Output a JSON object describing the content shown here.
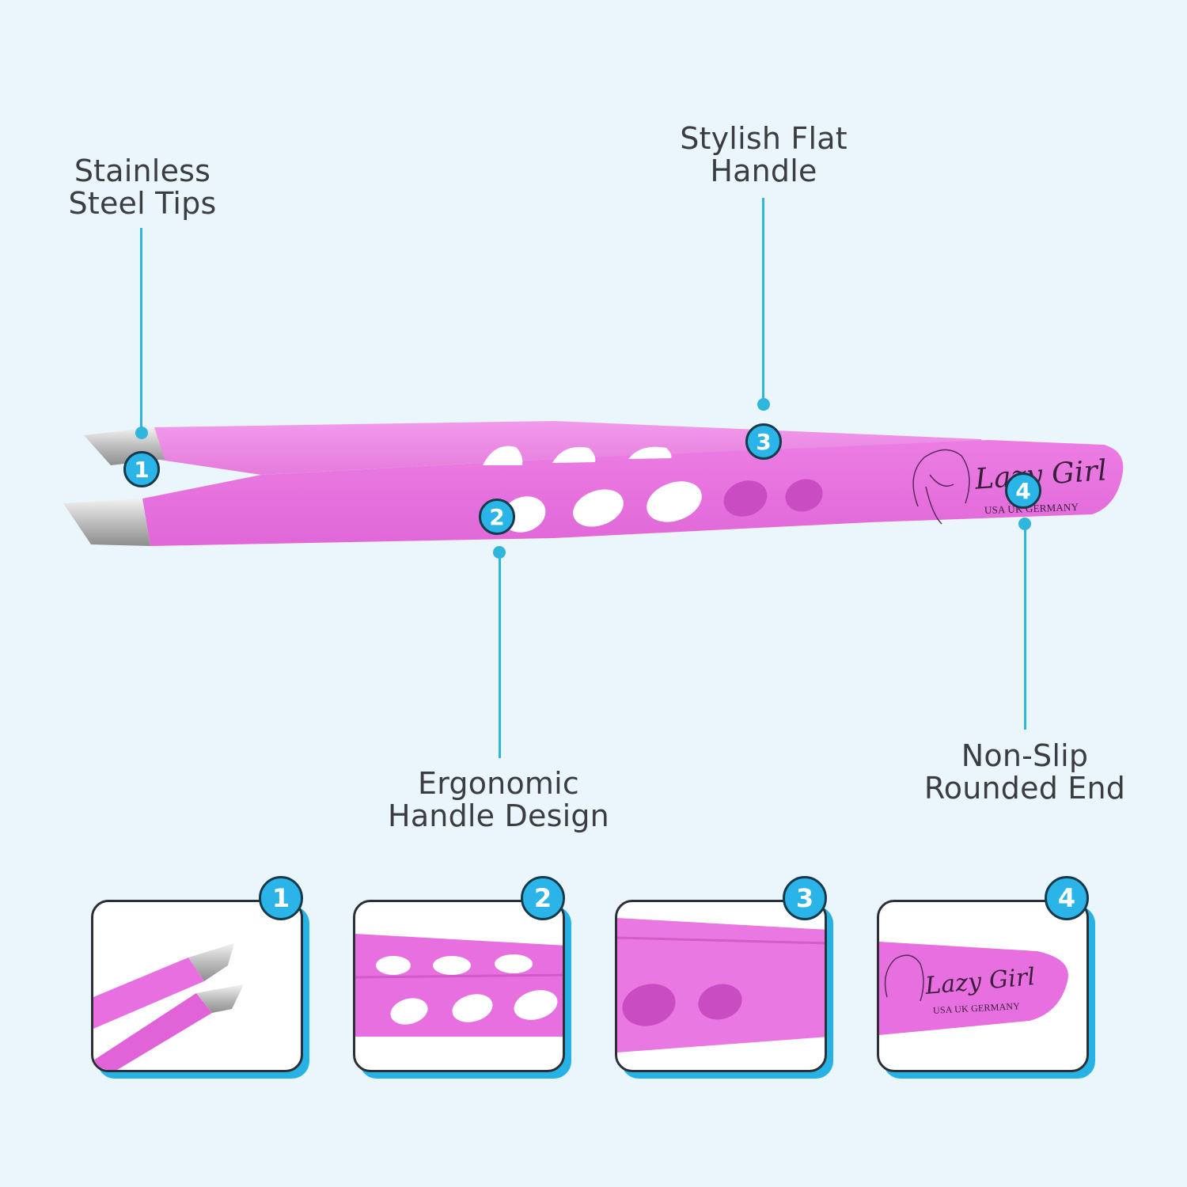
{
  "callouts": [
    {
      "number": "1",
      "line1": "Stainless",
      "line2": "Steel Tips"
    },
    {
      "number": "2",
      "line1": "Ergonomic",
      "line2": "Handle Design"
    },
    {
      "number": "3",
      "line1": "Stylish Flat",
      "line2": "Handle"
    },
    {
      "number": "4",
      "line1": "Non-Slip",
      "line2": "Rounded End"
    }
  ],
  "brand": {
    "logo_text": "Lazy Girl",
    "origins": "USA  UK  GERMANY"
  },
  "colors": {
    "background": "#eaf6fc",
    "accent": "#2ab4e8",
    "tweezer_pink": "#e86fe0",
    "tweezer_pink_light": "#ee8fe8",
    "steel": "#c9c9c9",
    "text": "#3b3d41"
  }
}
